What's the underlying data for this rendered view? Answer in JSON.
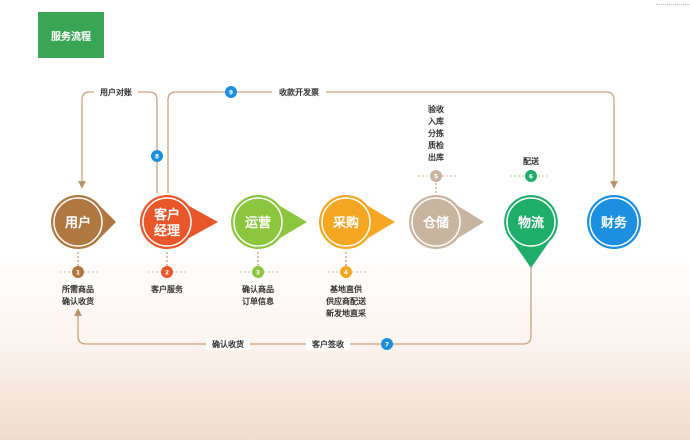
{
  "title": "服务流程",
  "nodes": [
    {
      "line1": "用户",
      "line2": "",
      "color": "#b07840"
    },
    {
      "line1": "客户",
      "line2": "经理",
      "color": "#e8562a"
    },
    {
      "line1": "运营",
      "line2": "",
      "color": "#8cc63f"
    },
    {
      "line1": "采购",
      "line2": "",
      "color": "#f5a623"
    },
    {
      "line1": "仓储",
      "line2": "",
      "color": "#c9b49f"
    },
    {
      "line1": "物流",
      "line2": "",
      "color": "#1fae6a"
    },
    {
      "line1": "财务",
      "line2": "",
      "color": "#1d8fe0"
    }
  ],
  "steps": [
    {
      "num": "1",
      "color": "#b07840",
      "lines": [
        "所需商品",
        "确认收货"
      ]
    },
    {
      "num": "2",
      "color": "#e8562a",
      "lines": [
        "客户服务"
      ]
    },
    {
      "num": "3",
      "color": "#8cc63f",
      "lines": [
        "确认商品",
        "订单信息"
      ]
    },
    {
      "num": "4",
      "color": "#f5a623",
      "lines": [
        "基地直供",
        "供应商配送",
        "新发地直采"
      ]
    },
    {
      "num": "5",
      "color": "#c9b49f",
      "lines": [
        "验收",
        "入库",
        "分拣",
        "质检",
        "出库"
      ]
    },
    {
      "num": "6",
      "color": "#1fae6a",
      "lines": [
        "配送"
      ]
    },
    {
      "num": "7",
      "color": "#1d8fe0",
      "lines": []
    },
    {
      "num": "8",
      "color": "#1d8fe0",
      "lines": []
    },
    {
      "num": "9",
      "color": "#1d8fe0",
      "lines": []
    }
  ],
  "flows": {
    "user_reconcile": "用户对账",
    "invoice": "收款开发票",
    "confirm_receipt": "确认收货",
    "customer_sign": "客户签收"
  }
}
